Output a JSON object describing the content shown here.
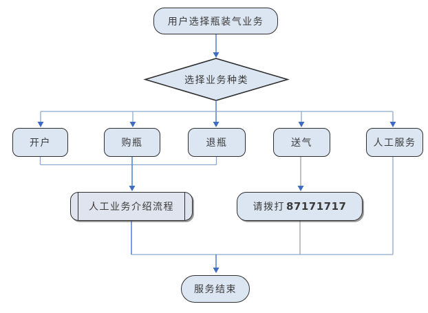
{
  "colors": {
    "node_fill": "#dce6f2",
    "node_fill_predef": "#dfe4ee",
    "node_border": "#2d2d2d",
    "connector_blue": "#5585d0",
    "connector_steel": "#8ca9cd",
    "connector_gray": "#7f7f7f",
    "arrow_blue": "#3e6cc0",
    "text": "#3a3a3a"
  },
  "flowchart": {
    "start": "用户选择瓶装气业务",
    "decision": "选择业务种类",
    "branches": [
      "开户",
      "购瓶",
      "退瓶",
      "送气",
      "人工服务"
    ],
    "manual_intro": "人工业务介绍流程",
    "call_prefix": "请拨打",
    "call_number": "87171717",
    "end": "服务结束"
  }
}
